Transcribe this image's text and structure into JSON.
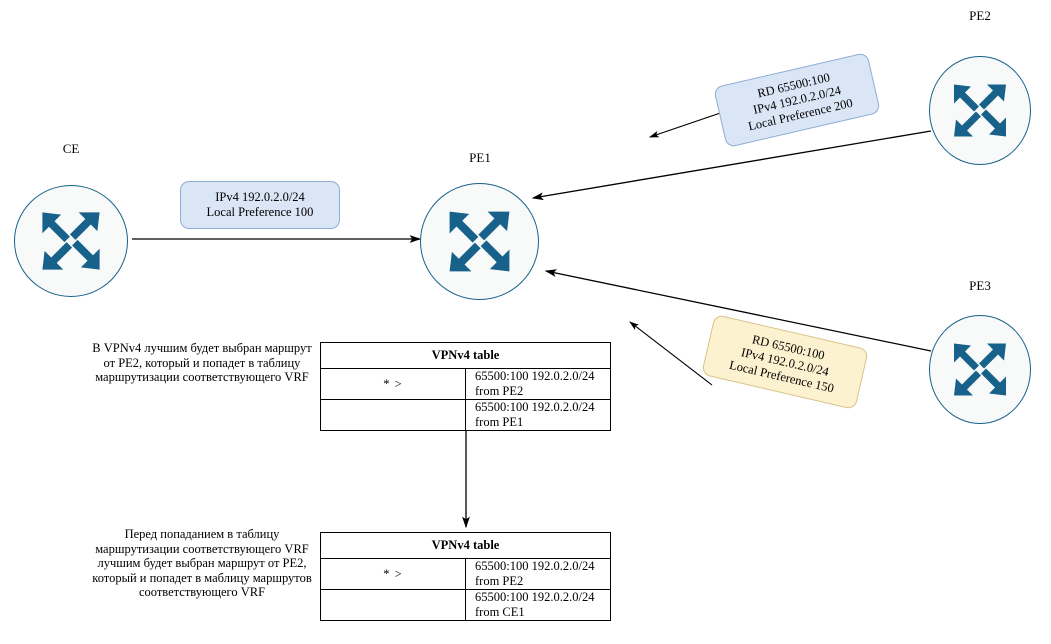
{
  "diagram": {
    "title": "BGP VPNv4 best-path selection diagram",
    "colors": {
      "router_stroke": "#17618a",
      "router_fill": "#f8fafa",
      "arrow_fill": "#17618a",
      "blue_callout_fill": "#dae5f5",
      "blue_callout_border": "#8faed6",
      "yellow_callout_fill": "#fdf2d0",
      "yellow_callout_border": "#d8c48a",
      "line": "#000000"
    }
  },
  "nodes": [
    {
      "id": "ce",
      "label": "CE",
      "icon": "router-icon"
    },
    {
      "id": "pe1",
      "label": "PE1",
      "icon": "router-icon"
    },
    {
      "id": "pe2",
      "label": "PE2",
      "icon": "router-icon"
    },
    {
      "id": "pe3",
      "label": "PE3",
      "icon": "router-icon"
    }
  ],
  "callouts": {
    "ce_to_pe1": {
      "line1": "IPv4 192.0.2.0/24",
      "line2": "Local Preference 100",
      "style": "blue"
    },
    "pe2_to_pe1": {
      "line1": "RD 65500:100",
      "line2": "IPv4 192.0.2.0/24",
      "line3": "Local Preference 200",
      "style": "blue"
    },
    "pe3_to_pe1": {
      "line1": "RD 65500:100",
      "line2": "IPv4 192.0.2.0/24",
      "line3": "Local Preference 150",
      "style": "yellow"
    }
  },
  "notes": {
    "upper": "В VPNv4 лучшим будет выбран маршрут от PE2, который и попадет в таблицу маршрутизации соответствующего VRF",
    "lower": "Перед попаданием в таблицу маршрутизации соответствующего VRF лучшим будет выбран маршрут от PE2, который и попадет в маблицу маршрутов соответствующего VRF"
  },
  "tables": [
    {
      "id": "vpnv4-table-top",
      "header": "VPNv4 table",
      "rows": [
        {
          "flag": "* >",
          "route": "65500:100 192.0.2.0/24 from  PE2"
        },
        {
          "flag": "",
          "route": "65500:100 192.0.2.0/24 from  PE1"
        }
      ]
    },
    {
      "id": "vpnv4-table-bottom",
      "header": "VPNv4 table",
      "rows": [
        {
          "flag": "* >",
          "route": "65500:100 192.0.2.0/24 from  PE2"
        },
        {
          "flag": "",
          "route": "65500:100 192.0.2.0/24 from  CE1"
        }
      ]
    }
  ]
}
